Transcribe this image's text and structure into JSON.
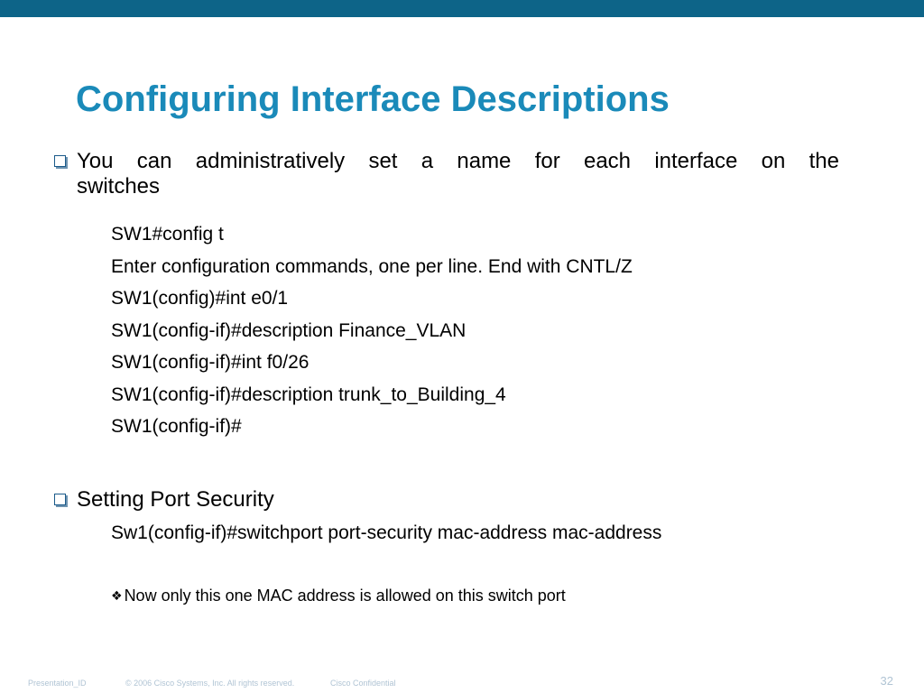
{
  "slide": {
    "title": "Configuring Interface Descriptions",
    "header_bar_color": "#0d6488",
    "title_color": "#1a8ab9"
  },
  "bullets": [
    {
      "icon": "checkbox-bullet-icon",
      "line1": "You can administratively set a name for each interface on the",
      "line2": "switches"
    },
    {
      "icon": "checkbox-bullet-icon",
      "text": "Setting Port Security"
    }
  ],
  "code_lines": [
    "SW1#config t",
    "Enter configuration commands, one per line. End with CNTL/Z",
    "SW1(config)#int e0/1",
    "SW1(config-if)#description Finance_VLAN",
    "SW1(config-if)#int f0/26",
    "SW1(config-if)#description trunk_to_Building_4",
    "SW1(config-if)#"
  ],
  "port_security_command": "Sw1(config-if)#switchport port-security mac-address mac-address",
  "note": {
    "icon": "four-diamond-bullet-icon",
    "text": "Now only this one MAC address is allowed on this switch port"
  },
  "footer": {
    "presentation_id": "Presentation_ID",
    "copyright": "© 2006 Cisco Systems, Inc. All rights reserved.",
    "confidential": "Cisco Confidential",
    "page_number": "32"
  }
}
